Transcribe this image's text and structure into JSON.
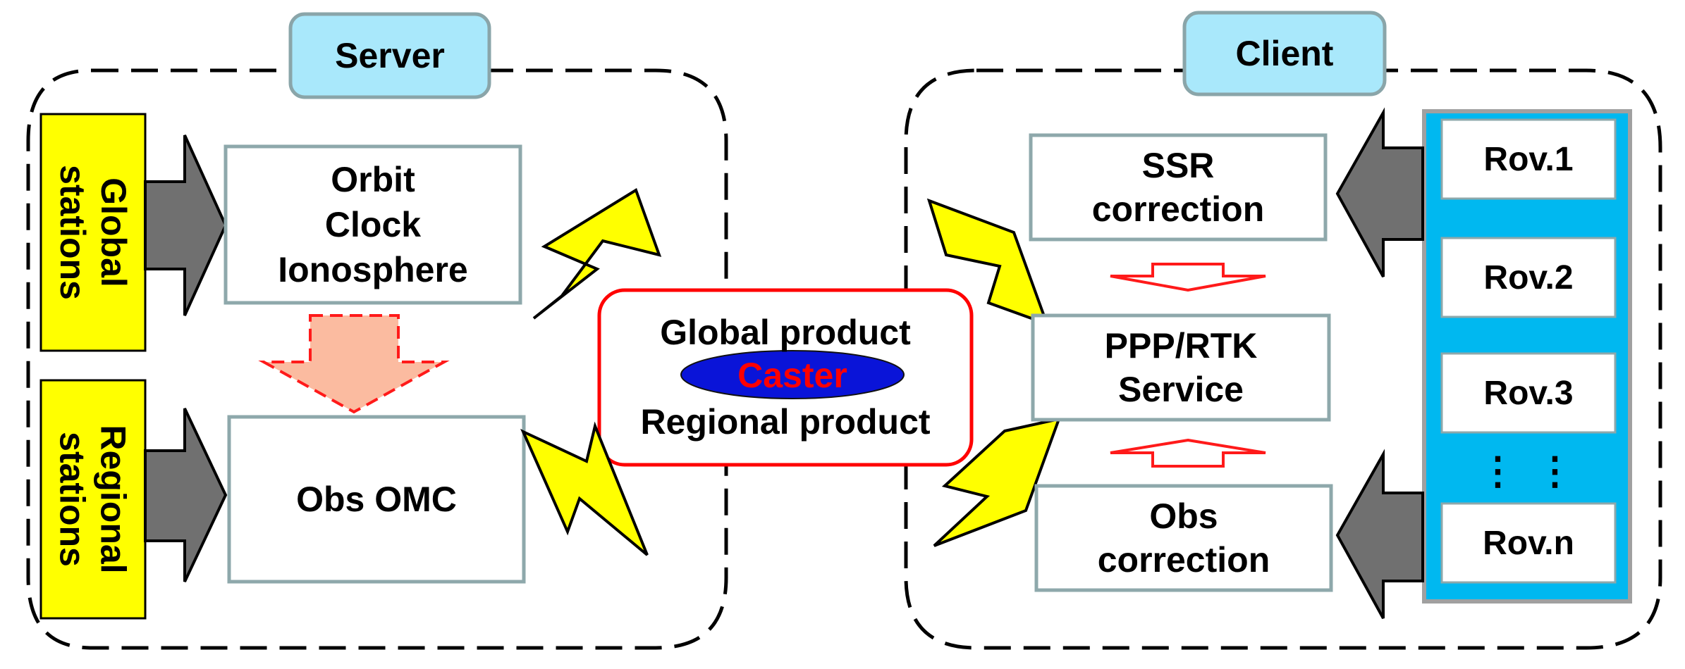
{
  "colors": {
    "tab_fill": "#a9e8fb",
    "tab_border": "#8aa5a9",
    "station_fill": "#ffff00",
    "box_border": "#8ea8ab",
    "yellow_arrow": "#ffff00",
    "grey_arrow": "#707070",
    "caster_border": "#ff0000",
    "caster_ellipse": "#0a14d8",
    "caster_text": "#ff0000",
    "rover_panel": "#00b8f0",
    "peach_arrow": "#fbbba0"
  },
  "server": {
    "tab_label": "Server",
    "global_stations": [
      "Global",
      "stations"
    ],
    "regional_stations": [
      "Regional",
      "stations"
    ],
    "orbit_box": [
      "Orbit",
      "Clock",
      "Ionosphere"
    ],
    "obs_omc_box": "Obs OMC"
  },
  "caster": {
    "global_product": "Global product",
    "caster_label": "Caster",
    "regional_product": "Regional product"
  },
  "client": {
    "tab_label": "Client",
    "ssr_box": [
      "SSR",
      "correction"
    ],
    "ppp_box": [
      "PPP/RTK",
      "Service"
    ],
    "obs_correction_box": [
      "Obs",
      "correction"
    ],
    "rovers": [
      "Rov.1",
      "Rov.2",
      "Rov.3",
      "Rov.n"
    ],
    "ellipsis": "⋮ ⋮"
  }
}
